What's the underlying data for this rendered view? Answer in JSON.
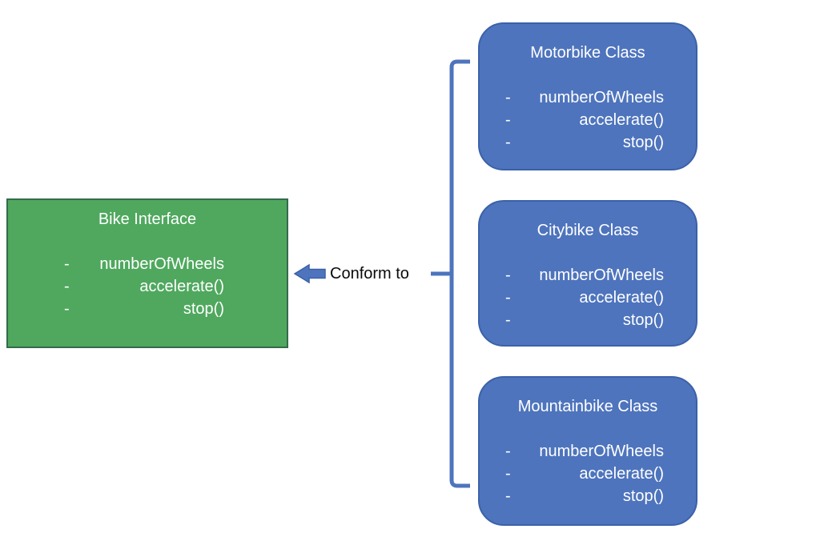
{
  "bullet": "-",
  "colors": {
    "interface_fill": "#4FA85E",
    "interface_border": "#356B4C",
    "class_fill": "#4E74BD",
    "class_border": "#3B61A9",
    "connector": "#4E74BD",
    "box_text": "#FFFFFF",
    "label_text": "#0A0A0A"
  },
  "interface_box": {
    "title": "Bike Interface",
    "items": [
      "numberOfWheels",
      "accelerate()",
      "stop()"
    ]
  },
  "class_boxes": [
    {
      "title": "Motorbike Class",
      "items": [
        "numberOfWheels",
        "accelerate()",
        "stop()"
      ]
    },
    {
      "title": "Citybike Class",
      "items": [
        "numberOfWheels",
        "accelerate()",
        "stop()"
      ]
    },
    {
      "title": "Mountainbike Class",
      "items": [
        "numberOfWheels",
        "accelerate()",
        "stop()"
      ]
    }
  ],
  "connector": {
    "label": "Conform to"
  }
}
